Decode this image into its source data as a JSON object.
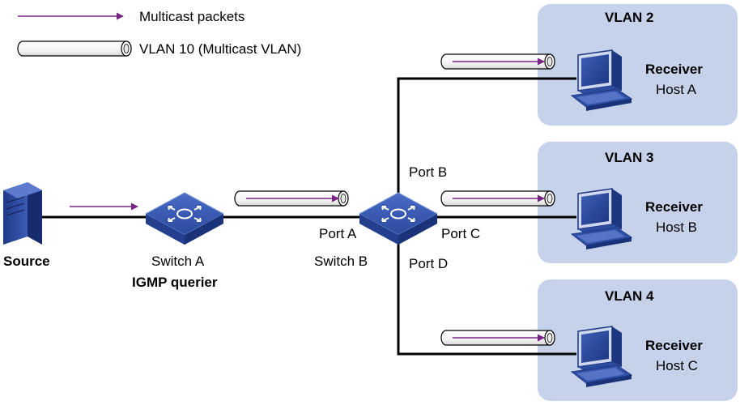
{
  "legend": {
    "arrow_label": "Multicast packets",
    "tunnel_label": "VLAN 10 (Multicast VLAN)"
  },
  "source": {
    "label": "Source"
  },
  "switch_a": {
    "name": "Switch A",
    "role": "IGMP querier"
  },
  "switch_b": {
    "name": "Switch B"
  },
  "ports": {
    "a": "Port A",
    "b": "Port B",
    "c": "Port C",
    "d": "Port D"
  },
  "vlans": [
    {
      "label": "VLAN 2",
      "role": "Receiver",
      "host": "Host A"
    },
    {
      "label": "VLAN 3",
      "role": "Receiver",
      "host": "Host B"
    },
    {
      "label": "VLAN 4",
      "role": "Receiver",
      "host": "Host C"
    }
  ],
  "colors": {
    "vlan_box": "#c5d2ea",
    "switch": "#2d4fa6",
    "arrow": "#7a2386",
    "line": "#000000"
  }
}
